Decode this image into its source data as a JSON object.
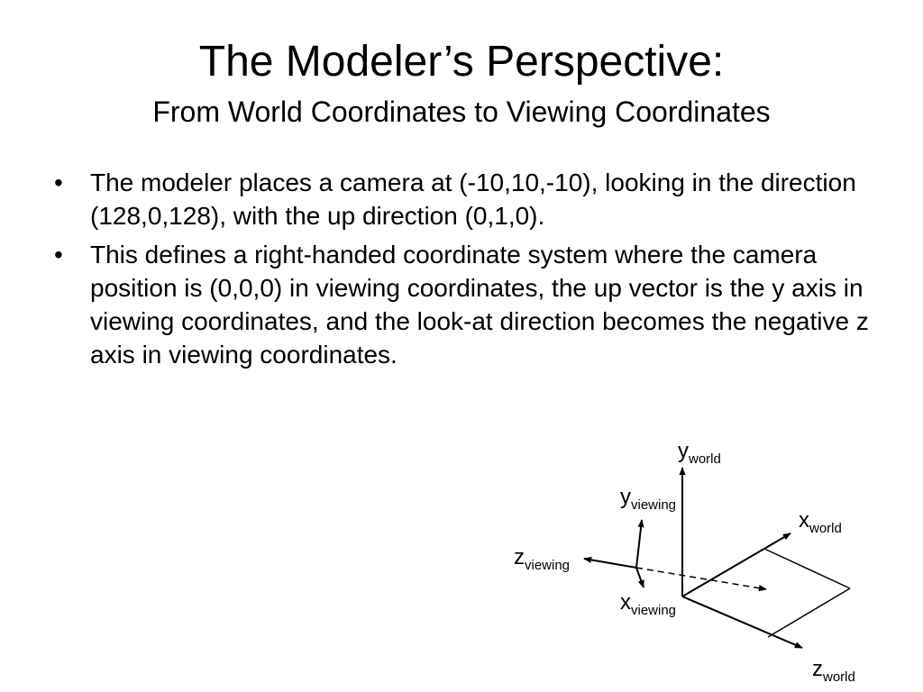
{
  "title": {
    "main": "The Modeler’s Perspective:",
    "subtitle": "From World Coordinates to Viewing Coordinates"
  },
  "bullets": [
    "The modeler places a camera at (-10,10,-10), looking in the direction (128,0,128), with the up direction (0,1,0).",
    "This defines a right-handed coordinate system where the camera position is (0,0,0) in viewing coordinates, the up vector is the y axis in viewing coordinates, and the look-at direction becomes the negative z axis in viewing coordinates."
  ],
  "bullet_symbol": "•",
  "diagram": {
    "labels": {
      "y_world": {
        "base": "y",
        "sub": "world"
      },
      "x_world": {
        "base": "x",
        "sub": "world"
      },
      "z_world": {
        "base": "z",
        "sub": "world"
      },
      "y_viewing": {
        "base": "y",
        "sub": "viewing"
      },
      "z_viewing": {
        "base": "z",
        "sub": "viewing"
      },
      "x_viewing": {
        "base": "x",
        "sub": "viewing"
      }
    }
  }
}
